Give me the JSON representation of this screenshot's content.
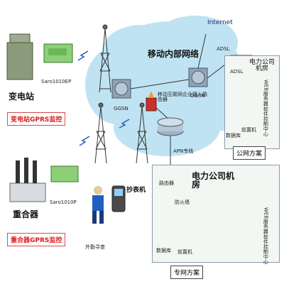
{
  "diagram": {
    "substation": {
      "label": "变电站",
      "device": "Saro1010EP",
      "tag": "变电站GPRS监控"
    },
    "recloser": {
      "label": "重合器",
      "device": "Saro1010P",
      "tag": "重合器GPRS监控"
    },
    "field_inspection": "外勤寻查",
    "meter_reader": "抄表机",
    "cloud": {
      "title": "移动内部网络",
      "internet": "Internet",
      "ggsn_left": "GGSN",
      "ggsn_right": "GGSN",
      "router_note": "移动互联网企业接入路由器",
      "adsl_link": "ADSL",
      "apn_line": "APN专线"
    },
    "public_network": {
      "title": "公网方案",
      "room": "电力公司机房",
      "adsl": "ADSL",
      "web_server": "WEB服务器",
      "control_center": "软件控制中心",
      "database": "数据库",
      "front_machine": "前置机"
    },
    "private_network": {
      "title": "专网方案",
      "router": "路由器",
      "room": "电力公司机房",
      "firewall": "防火墙",
      "web_server": "WEB服务器",
      "control_center": "软件控制中心",
      "database": "数据库",
      "front_machine": "前置机"
    }
  }
}
